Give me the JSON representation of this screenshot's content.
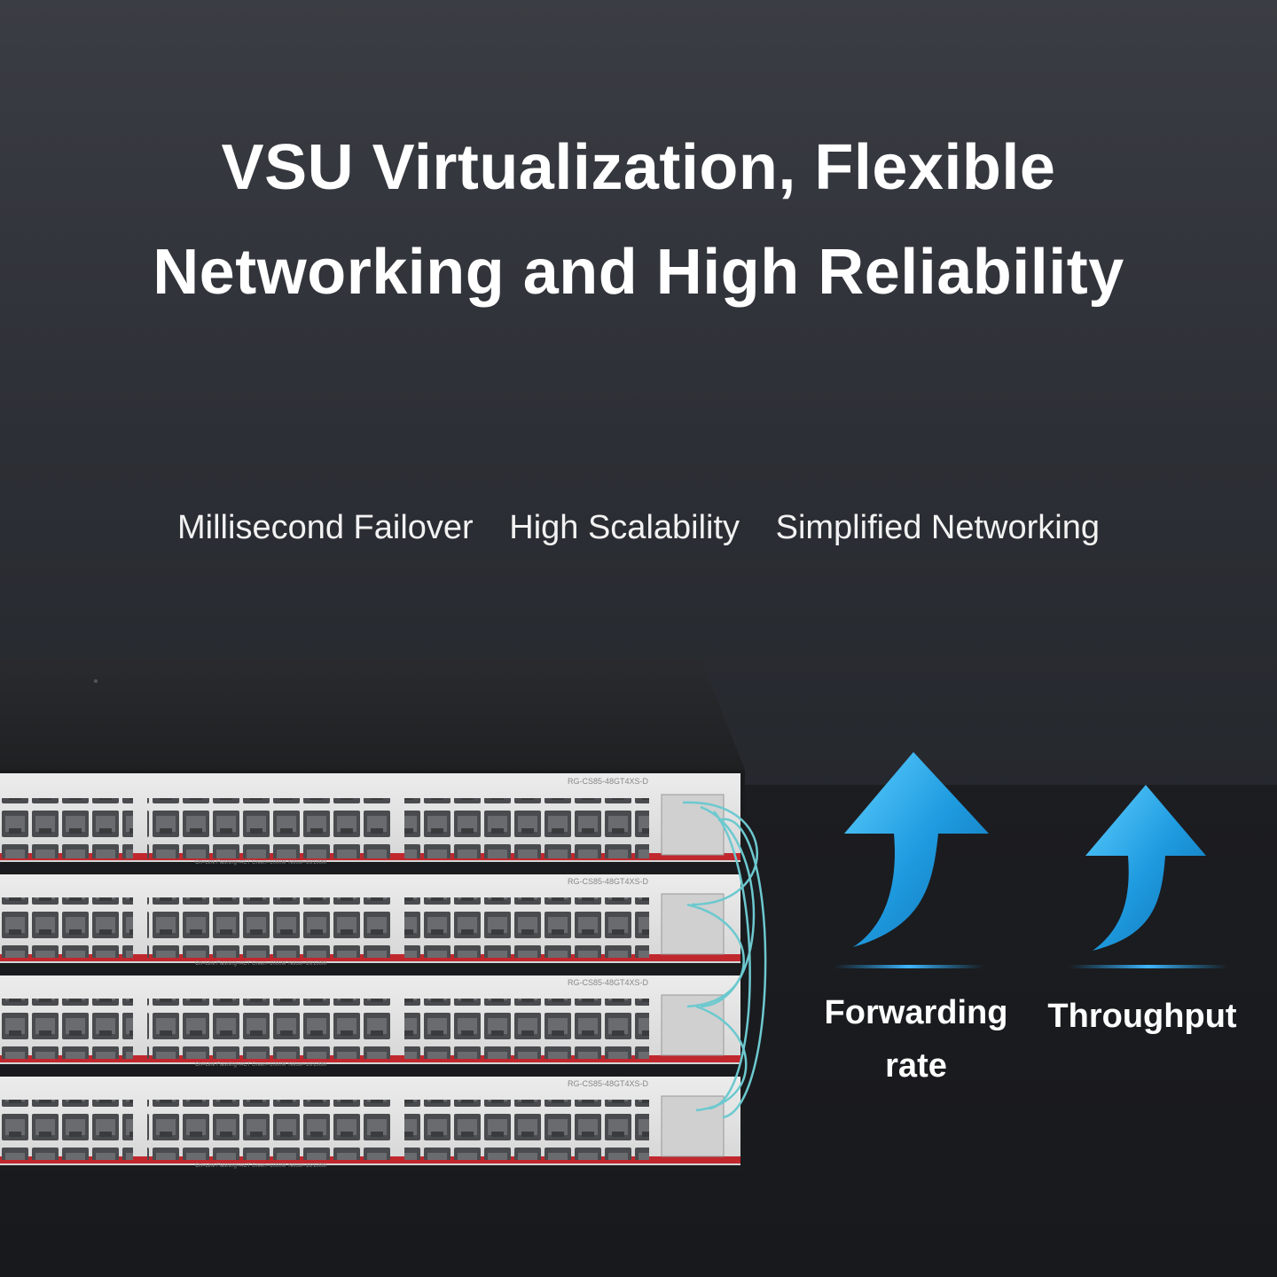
{
  "title": {
    "line1": "VSU Virtualization, Flexible",
    "line2": "Networking and High Reliability"
  },
  "features": [
    "Millisecond Failover",
    "High Scalability",
    "Simplified Networking"
  ],
  "switches": {
    "model": "RG-CS85-48GT4XS-D",
    "led_legend": "On=Link  Flashing=ACT   Green=1000M  Yellow=10/100M",
    "unit_count": 4
  },
  "metrics": [
    {
      "label_line1": "Forwarding",
      "label_line2": "rate",
      "icon": "arrow-up-icon"
    },
    {
      "label_line1": "Throughput",
      "label_line2": "",
      "icon": "arrow-up-icon"
    }
  ],
  "colors": {
    "arrow_blue": "#1f9be0",
    "arrow_light": "#4fc6ff",
    "switch_red": "#c0282e",
    "fiber_cable": "#6cc9cf"
  }
}
